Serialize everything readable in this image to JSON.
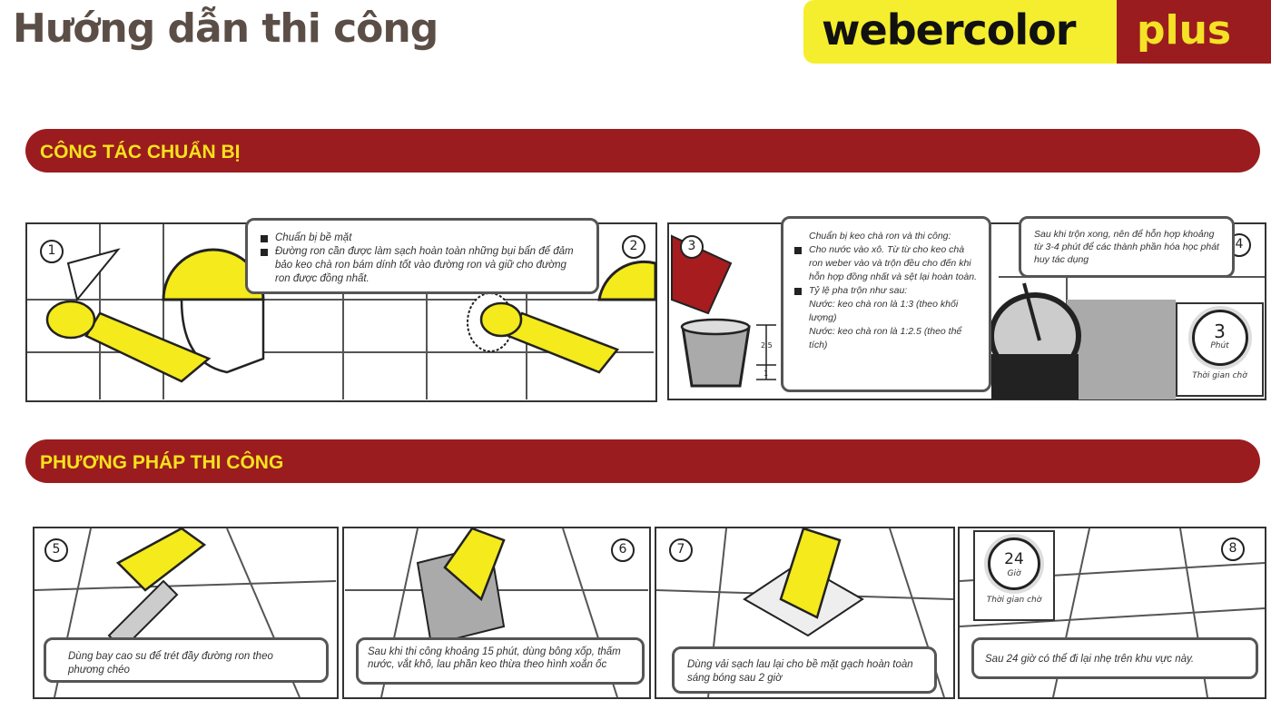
{
  "header": {
    "title": "Hướng dẫn thi công",
    "logo": {
      "brand": "webercolor",
      "suffix": "plus"
    }
  },
  "colors": {
    "brand_red": "#9b1c1f",
    "brand_yellow": "#f4ee2e",
    "title": "#5b4e47"
  },
  "sections": [
    {
      "title": "CÔNG TÁC CHUẨN BỊ",
      "steps": [
        {
          "number": "1"
        },
        {
          "number": "2",
          "bullets": [
            "Chuẩn bị bề mặt",
            "Đường ron cần được làm sạch hoàn toàn những bụi bẩn để đảm bảo keo chà ron bám dính tốt vào đường ron và giữ cho đường ron được đồng nhất."
          ]
        },
        {
          "number": "3",
          "intro": "Chuẩn bị keo chà ron và thi công:",
          "bullets": [
            "Cho nước vào xô. Từ từ cho keo chà ron weber vào và trộn đều cho đến khi hỗn hợp đồng nhất và sệt lại hoàn toàn.",
            "Tỷ lệ pha trộn như sau:"
          ],
          "ratios": [
            "Nước: keo chà ron là 1:3 (theo khối lượng)",
            "Nước: keo chà ron là 1:2.5 (theo thể tích)"
          ],
          "bucket_labels": [
            "2.5",
            "1"
          ]
        },
        {
          "number": "4",
          "text": "Sau khi trộn xong, nên để hỗn hợp khoảng từ 3-4 phút để các thành phần hóa học phát huy tác dụng",
          "timer": {
            "value": "3",
            "unit": "Phút",
            "caption": "Thời gian chờ"
          }
        }
      ]
    },
    {
      "title": "PHƯƠNG PHÁP THI CÔNG",
      "steps": [
        {
          "number": "5",
          "text": "Dùng bay cao su để trét đầy đường ron theo phương chéo"
        },
        {
          "number": "6",
          "text": "Sau khi thi công khoảng 15 phút, dùng bông xốp, thấm nước, vắt khô, lau phần keo thừa theo hình xoắn ốc"
        },
        {
          "number": "7",
          "text": "Dùng vải sạch lau lại cho bề mặt gạch hoàn toàn sáng bóng sau 2 giờ"
        },
        {
          "number": "8",
          "text": "Sau 24 giờ có thể đi lại nhẹ trên khu vực này.",
          "timer": {
            "value": "24",
            "unit": "Giờ",
            "caption": "Thời gian chờ"
          }
        }
      ]
    }
  ]
}
